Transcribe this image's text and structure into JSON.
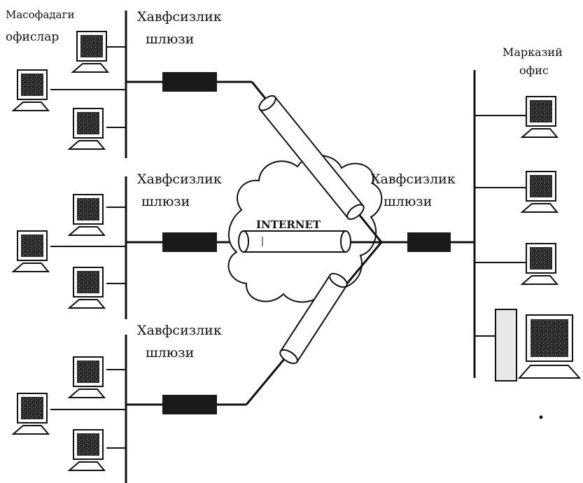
{
  "labels": {
    "remote_offices": [
      "Масофадаги",
      "офислар"
    ],
    "central_office": [
      "Марказий",
      "офис"
    ],
    "internet": "INTERNET",
    "gateway_top": [
      "Хавфсизлик",
      "шлюзи"
    ],
    "gateway_middle": [
      "Хавфсизлик",
      "шлюзи"
    ],
    "gateway_bottom": [
      "Хавфсизлик",
      "шлюзи"
    ],
    "gateway_central": [
      "Хавфсизлик",
      "шлюзи"
    ]
  },
  "icons": {
    "computer": "computer-icon",
    "gateway": "gateway-device-icon",
    "tunnel": "vpn-tunnel-icon",
    "cloud": "internet-cloud-icon",
    "server": "server-tower-icon"
  },
  "colors": {
    "line": "#111111",
    "screen": "#2f2f2f",
    "gateway": "#1a1a1a",
    "cloud_fill": "#ffffff",
    "server_fill": "#e8e8e8"
  }
}
